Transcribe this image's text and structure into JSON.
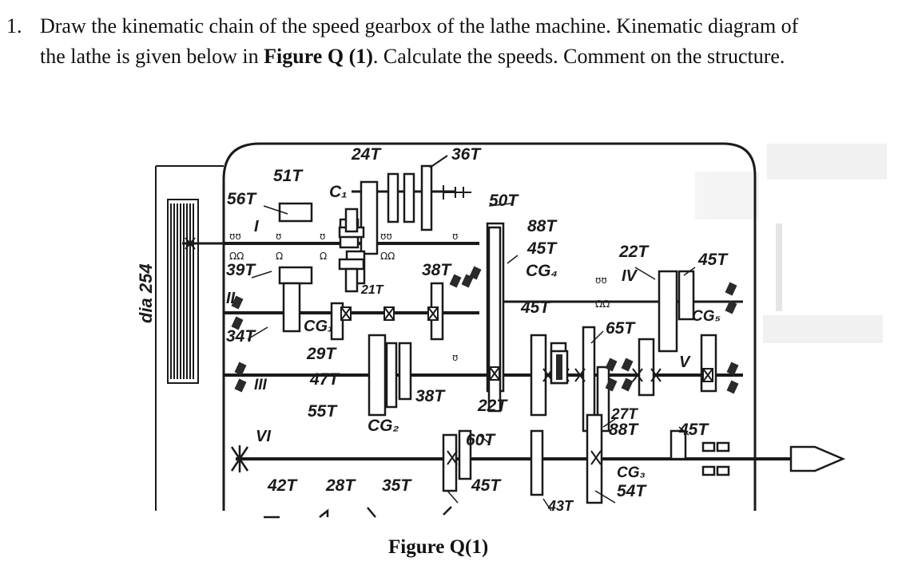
{
  "question": {
    "number": "1.",
    "line1": "Draw the kinematic chain of the speed gearbox of the lathe machine. Kinematic diagram of",
    "line2_prefix": "the lathe is given below in ",
    "figure_ref": "Figure Q (1)",
    "line2_suffix": ". Calculate the speeds. Comment on the structure."
  },
  "figure": {
    "caption": "Figure Q(1)",
    "side_label": "dia 254",
    "shaft_labels": {
      "I": "I",
      "II": "II",
      "III": "III",
      "IV": "IV",
      "V": "V",
      "VI": "VI"
    },
    "gear_labels": {
      "g24T": "24T",
      "g36T": "36T",
      "g51T": "51T",
      "g56T": "56T",
      "g50T": "50T",
      "g88T_top": "88T",
      "g45T_a": "45T",
      "g22T_top": "22T",
      "g45T_right": "45T",
      "g39T": "39T",
      "g38T_top": "38T",
      "g21T": "21T",
      "g45T_mid": "45T",
      "g65T": "65T",
      "g34T": "34T",
      "g29T": "29T",
      "g47T": "47T",
      "g38T_mid": "38T",
      "g22T_mid": "22T",
      "g55T": "55T",
      "g27T": "27T",
      "g88T_low": "88T",
      "g45T_low": "45T",
      "g60T": "60T",
      "g42T": "42T",
      "g28T": "28T",
      "g35T": "35T",
      "g45T_bottom": "45T",
      "g43T": "43T",
      "g54T": "54T"
    },
    "clutch_labels": {
      "C1": "C₁",
      "CG1": "CG₁",
      "CG2": "CG₂",
      "CG3": "CG₃",
      "CG4": "CG₄",
      "CG5": "CG₅"
    }
  }
}
